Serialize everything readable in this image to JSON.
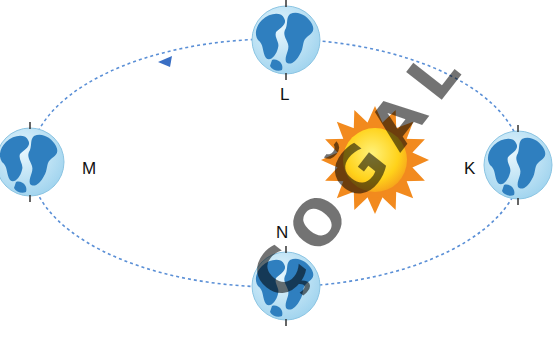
{
  "diagram": {
    "labels": [
      "L",
      "M",
      "K",
      "N",
      "ÇOĞAL"
    ]
  }
}
